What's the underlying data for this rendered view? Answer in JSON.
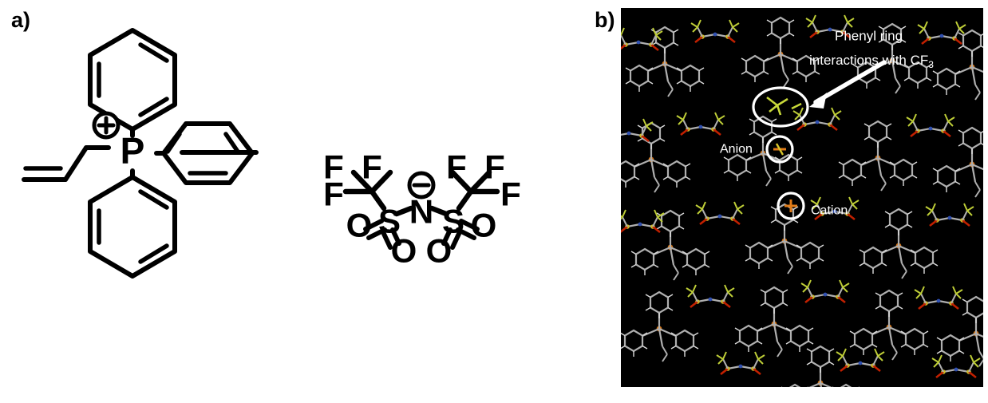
{
  "figure": {
    "background_color": "#ffffff",
    "panels": [
      {
        "letter": "a)",
        "name": "chemical-structures"
      },
      {
        "letter": "b)",
        "name": "crystal-packing"
      }
    ]
  },
  "panel_a": {
    "letter": "a)",
    "cation": {
      "name": "allyltriphenylphosphonium",
      "center_atom": "P",
      "charge_symbol": "⊕",
      "charge_sign": "positive",
      "ring_count": 3,
      "substituent": "allyl"
    },
    "anion": {
      "name": "bis(trifluoromethanesulfonyl)imide",
      "center_atom": "N",
      "charge_symbol": "⊖",
      "charge_sign": "negative",
      "labels": {
        "nitrogen": "N",
        "sulfur": "S",
        "oxygen": "O",
        "fluorine": "F"
      },
      "fluorine_labels": [
        "F",
        "F",
        "F",
        "F",
        "F",
        "F"
      ],
      "sulfur_labels": [
        "S",
        "S"
      ],
      "oxygen_labels": [
        "O",
        "O",
        "O",
        "O"
      ]
    },
    "bond_color": "#000000"
  },
  "panel_b": {
    "letter": "b)",
    "background_color": "#000000",
    "annotations": {
      "callout_line1": "Phenyl ring",
      "callout_line2_pre": "interactions with CF",
      "callout_line2_sub": "3",
      "anion_label": "Anion",
      "cation_label": "Cation",
      "anion_marker_symbol": "−",
      "cation_marker_symbol": "+"
    },
    "annotation_color": "#ffffff",
    "atom_colors": {
      "carbon": "#b9b9b9",
      "hydrogen": "#e8e8e8",
      "phosphorus": "#e07b18",
      "sulfur": "#d8c62a",
      "fluorine": "#c9d93a",
      "oxygen": "#cc2200",
      "nitrogen": "#3355bb"
    }
  }
}
